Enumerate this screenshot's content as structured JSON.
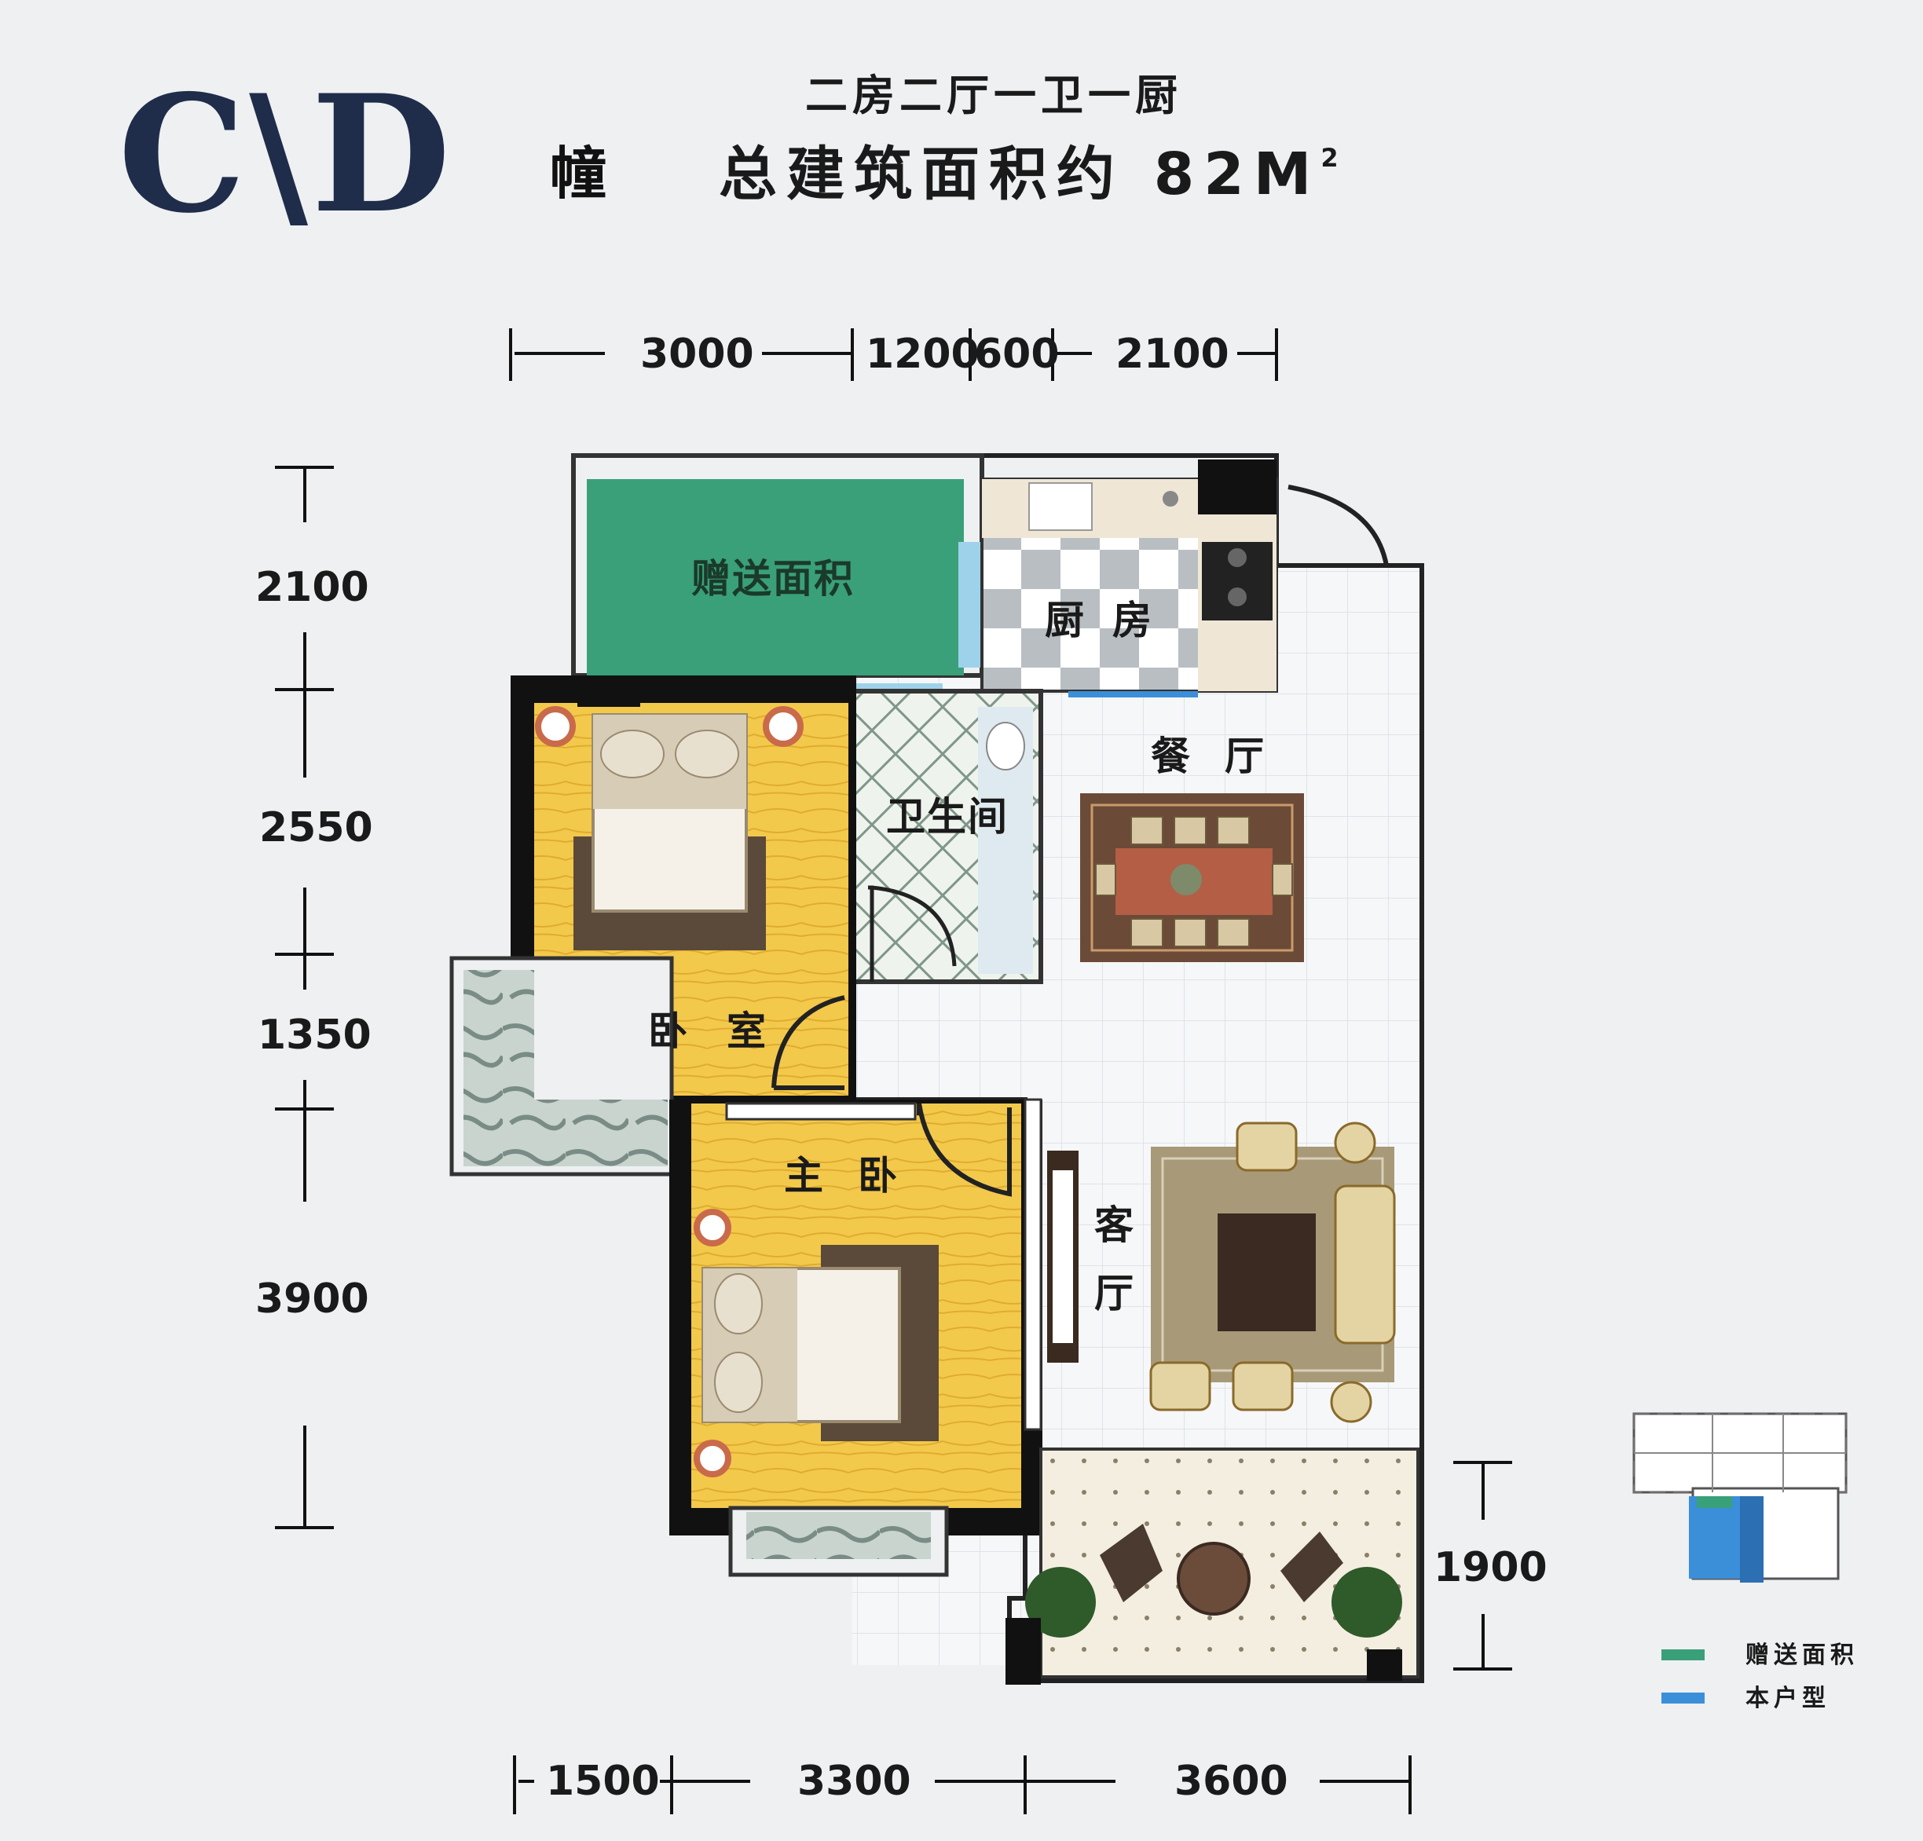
{
  "header": {
    "title": "C\\D",
    "building_suffix": "幢",
    "layout": "二房二厅一卫一厨",
    "area_label": "总建筑面积约",
    "area_value": "82M",
    "area_unit_sup": "2"
  },
  "dimensions": {
    "top": [
      "3000",
      "1200",
      "600",
      "2100"
    ],
    "left": [
      "2100",
      "2550",
      "1350",
      "3900"
    ],
    "right": [
      "1900"
    ],
    "bottom": [
      "1500",
      "3300",
      "3600"
    ]
  },
  "rooms": {
    "gift_area": "赠送面积",
    "kitchen": "厨房",
    "dining": "餐厅",
    "bathroom": "卫生间",
    "bedroom": "卧室",
    "master_bedroom": "主卧",
    "living_room_1": "客",
    "living_room_2": "厅"
  },
  "legend": {
    "items": [
      {
        "label": "赠送面积",
        "color": "#3aa079"
      },
      {
        "label": "本户型",
        "color": "#3b8fd9"
      }
    ]
  },
  "colors": {
    "wall": "#111111",
    "gift_green": "#3aa079",
    "floor_wood": "#f2c84b",
    "tile": "#f4f6f8",
    "unit_blue": "#3b8fd9"
  }
}
